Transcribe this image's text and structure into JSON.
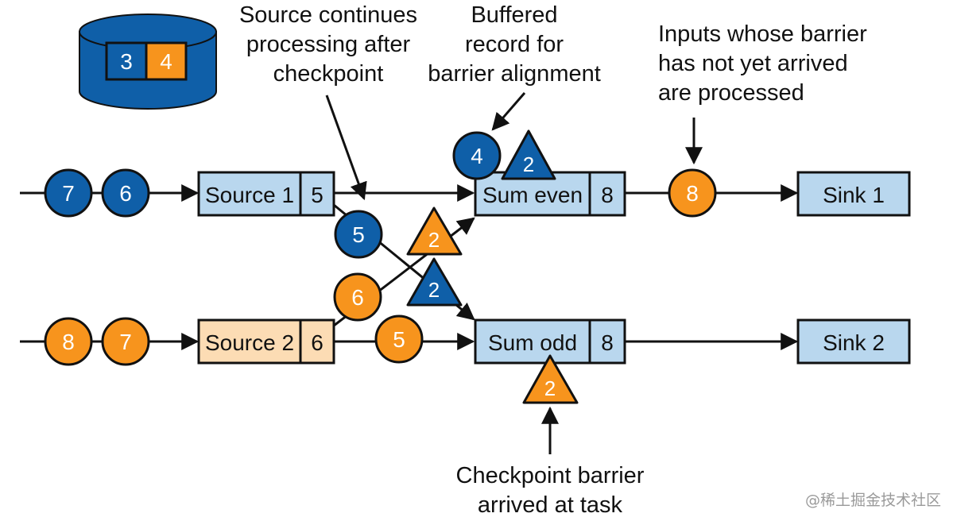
{
  "colors": {
    "blue": "#0f5fa8",
    "orange": "#f7941d",
    "box_blue": "#b9d7ee",
    "box_peach": "#fcdcb4",
    "stroke": "#111111"
  },
  "state_store": {
    "values": [
      "3",
      "4"
    ]
  },
  "annotations": {
    "source_continues": [
      "Source continues",
      "processing after",
      "checkpoint"
    ],
    "buffered": [
      "Buffered",
      "record for",
      "barrier alignment"
    ],
    "inputs_whose": [
      "Inputs whose barrier",
      "has not yet arrived",
      "are processed"
    ],
    "checkpoint_arrived": [
      "Checkpoint barrier",
      "arrived at task"
    ]
  },
  "tasks": {
    "source1": {
      "label": "Source 1",
      "value": "5"
    },
    "source2": {
      "label": "Source 2",
      "value": "6"
    },
    "sum_even": {
      "label": "Sum even",
      "value": "8"
    },
    "sum_odd": {
      "label": "Sum odd",
      "value": "8"
    },
    "sink1": {
      "label": "Sink 1"
    },
    "sink2": {
      "label": "Sink 2"
    }
  },
  "records": {
    "in1_a": "7",
    "in1_b": "6",
    "in2_a": "8",
    "in2_b": "7",
    "buffered": "4",
    "cross_blue": "5",
    "cross_orange": "6",
    "src2_out": "5",
    "to_sink1": "8"
  },
  "barriers": {
    "buffered_blue": "2",
    "orange_upper": "2",
    "blue_cross": "2",
    "at_sum_odd": "2"
  },
  "watermark": "@稀土掘金技术社区"
}
